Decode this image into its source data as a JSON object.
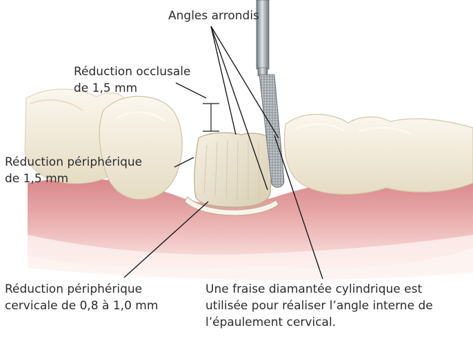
{
  "labels": {
    "angles": "Angles arrondis",
    "occlusal": [
      "Réduction occlusale",
      "de 1,5 mm"
    ],
    "peripheral": [
      "Réduction périphérique",
      "de 1,5 mm"
    ],
    "cervical": [
      "Réduction périphérique",
      "cervicale de 0,8 à 1,0 mm"
    ],
    "bur": [
      "Une fraise diamantée cylindrique est",
      "utilisée pour réaliser l’angle interne de",
      "l’épaulement cervical."
    ]
  },
  "colors": {
    "gum_dark": "#d9878a",
    "gum_light": "#f3c9c6",
    "tooth": "#f1e9d7",
    "tooth_shadow": "#d9cdb2",
    "prepared_tooth": "#e9e2cc",
    "bur_metal": "#9aa0a6",
    "leader_line": "#1a1a1a",
    "text": "#2b2b2b"
  }
}
